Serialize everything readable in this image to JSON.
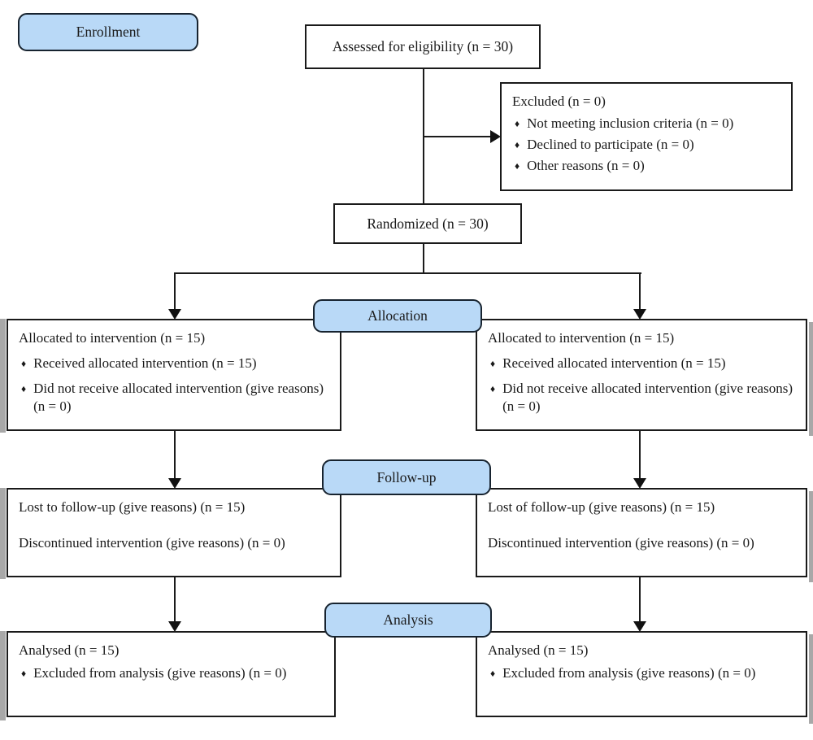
{
  "diagram": {
    "bullet_glyph": "♦",
    "colors": {
      "stage_fill": "#b9d9f7",
      "stage_border": "#17232f",
      "box_border": "#1a1a1a",
      "line": "#1b1b1b"
    },
    "stages": {
      "enrollment": "Enrollment",
      "allocation": "Allocation",
      "followup": "Follow-up",
      "analysis": "Analysis"
    },
    "assessed": "Assessed for eligibility (n = 30)",
    "randomized": "Randomized (n = 30)",
    "excluded": {
      "title": "Excluded (n = 0)",
      "bullets": [
        "Not meeting inclusion criteria (n = 0)",
        "Declined to participate (n = 0)",
        "Other reasons (n = 0)"
      ]
    },
    "allocation_left": {
      "title": "Allocated to intervention (n = 15)",
      "bullets": [
        "Received allocated intervention (n = 15)",
        "Did not receive allocated intervention (give reasons) (n = 0)"
      ]
    },
    "allocation_right": {
      "title": "Allocated to intervention (n = 15)",
      "bullets": [
        "Received allocated intervention (n = 15)",
        "Did not receive allocated intervention (give reasons) (n = 0)"
      ]
    },
    "followup_left": {
      "lines": [
        "Lost to follow-up (give reasons) (n = 15)",
        "Discontinued intervention (give reasons) (n = 0)"
      ]
    },
    "followup_right": {
      "lines": [
        "Lost of follow-up (give reasons) (n = 15)",
        "Discontinued intervention (give reasons) (n = 0)"
      ]
    },
    "analysis_left": {
      "title": "Analysed (n = 15)",
      "bullets": [
        "Excluded from analysis (give reasons) (n = 0)"
      ]
    },
    "analysis_right": {
      "title": "Analysed (n = 15)",
      "bullets": [
        "Excluded from analysis (give reasons) (n = 0)"
      ]
    }
  }
}
